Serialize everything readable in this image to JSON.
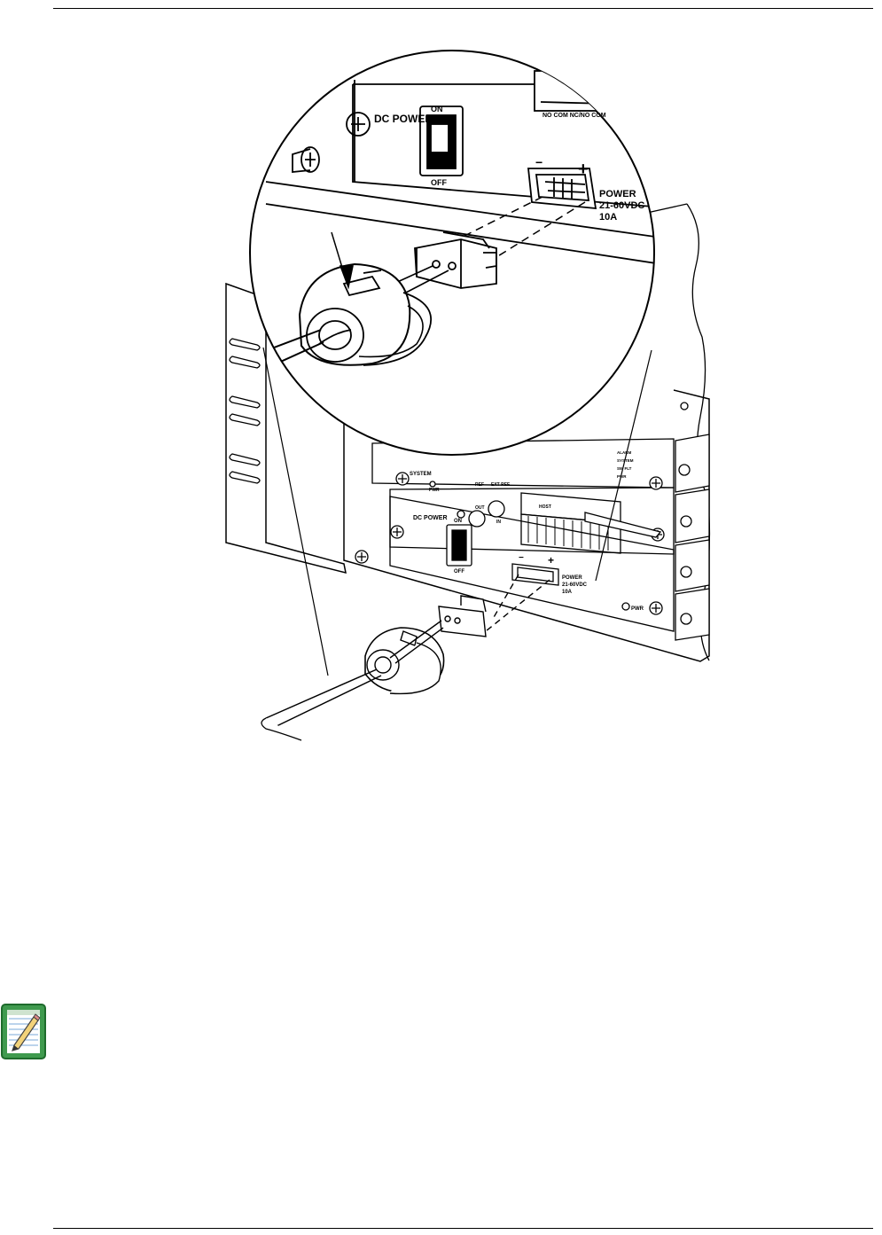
{
  "page": {
    "footer": ""
  },
  "figure": {
    "zoom": {
      "dc_power": "DC POWER",
      "on": "ON",
      "off": "OFF",
      "minus": "−",
      "plus": "+",
      "power_l1": "POWER",
      "power_l2": "21-60VDC",
      "power_l3": "10A",
      "relay_labels": "NO COM NC/NO COM"
    },
    "lower": {
      "dc_power": "DC POWER",
      "on": "ON",
      "off": "OFF",
      "minus": "−",
      "plus": "+",
      "power_l1": "POWER",
      "power_l2": "21-60VDC",
      "power_l3": "10A",
      "pwr": "PWR",
      "system": "SYSTEM",
      "ext_ref": "EXT REF",
      "ref": "REF",
      "out": "OUT",
      "in": "IN",
      "host": "HOST",
      "led_labels": [
        "ALARM",
        "SYSTEM",
        "SW FLT",
        "PWR"
      ]
    }
  },
  "note": {
    "icon": "note-pencil-icon"
  }
}
